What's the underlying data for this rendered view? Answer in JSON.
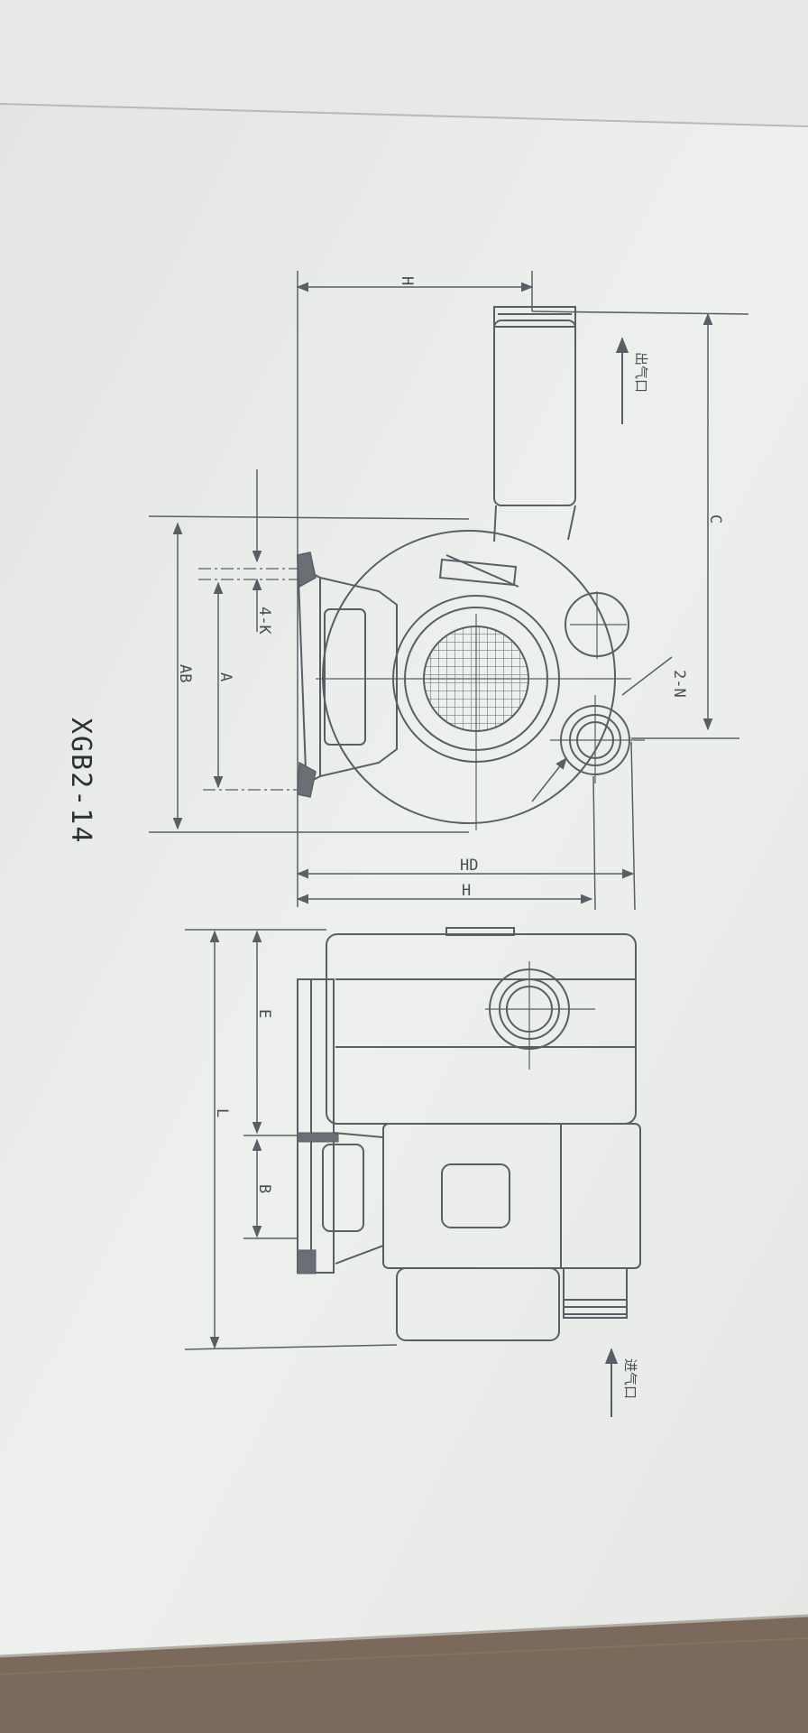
{
  "drawing": {
    "model": "XGB2-14",
    "labels": {
      "H_top": "H",
      "C": "C",
      "outlet": "出气口",
      "four_K": "4-K",
      "A": "A",
      "AB": "AB",
      "two_N": "2-N",
      "HD": "HD",
      "H_bottom": "H",
      "E": "E",
      "L": "L",
      "B": "B",
      "inlet": "进气口"
    }
  },
  "colors": {
    "paper": "#eef0ee",
    "line": "#5a5f66",
    "text": "#4a4e53",
    "table": "#7b6a5b"
  }
}
